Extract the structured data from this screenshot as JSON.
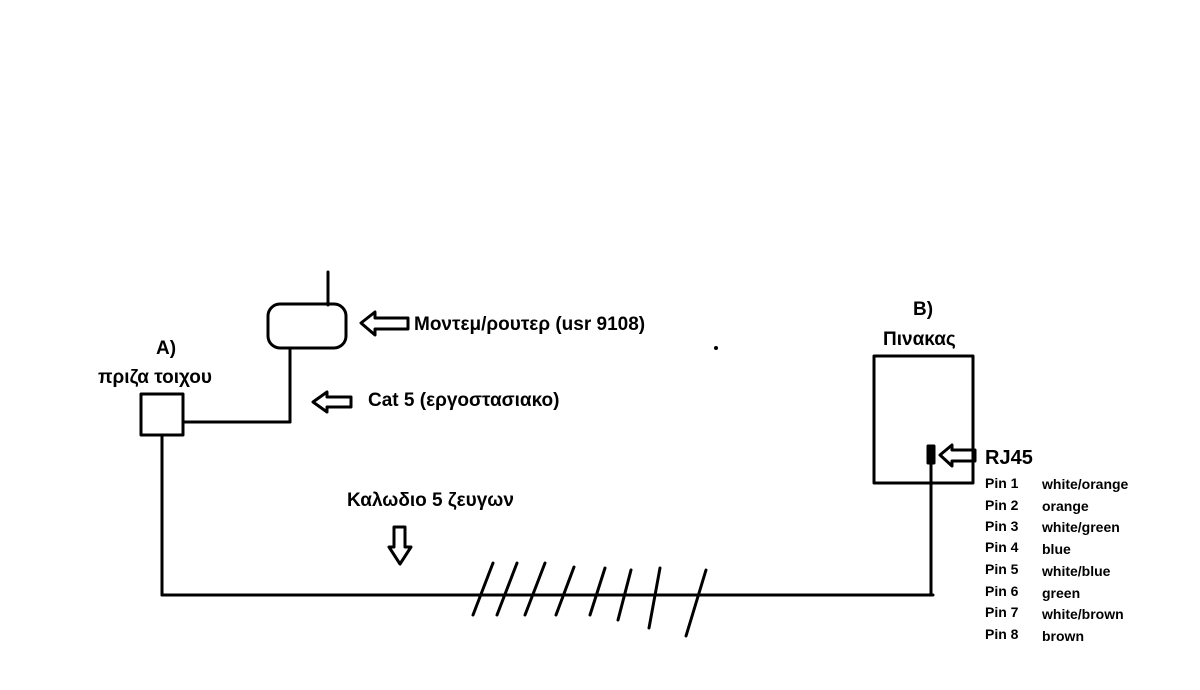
{
  "colors": {
    "line": "#000000",
    "background": "#ffffff"
  },
  "labels": {
    "wall_socket_letter": "A)",
    "wall_socket_name": "πριζα τοιχου",
    "modem_router": "Μοντεμ/ρουτερ (usr 9108)",
    "cat5_cable": "Cat 5 (εργοστασιακο)",
    "panel_letter": "B)",
    "panel_name": "Πινακας",
    "cable_pairs": "Καλωδιο 5 ζευγων",
    "rj45": "RJ45"
  },
  "pinout": [
    {
      "pin": "Pin 1",
      "color": "white/orange"
    },
    {
      "pin": "Pin 2",
      "color": "orange"
    },
    {
      "pin": "Pin 3",
      "color": "white/green"
    },
    {
      "pin": "Pin 4",
      "color": "blue"
    },
    {
      "pin": "Pin 5",
      "color": "white/blue"
    },
    {
      "pin": "Pin 6",
      "color": "green"
    },
    {
      "pin": "Pin 7",
      "color": "white/brown"
    },
    {
      "pin": "Pin 8",
      "color": "brown"
    }
  ],
  "icons": {
    "modem": "modem-router-icon",
    "socket": "wall-socket-box",
    "panel": "panel-box",
    "arrow_left": "arrow-left-icon",
    "arrow_down": "arrow-down-icon"
  }
}
